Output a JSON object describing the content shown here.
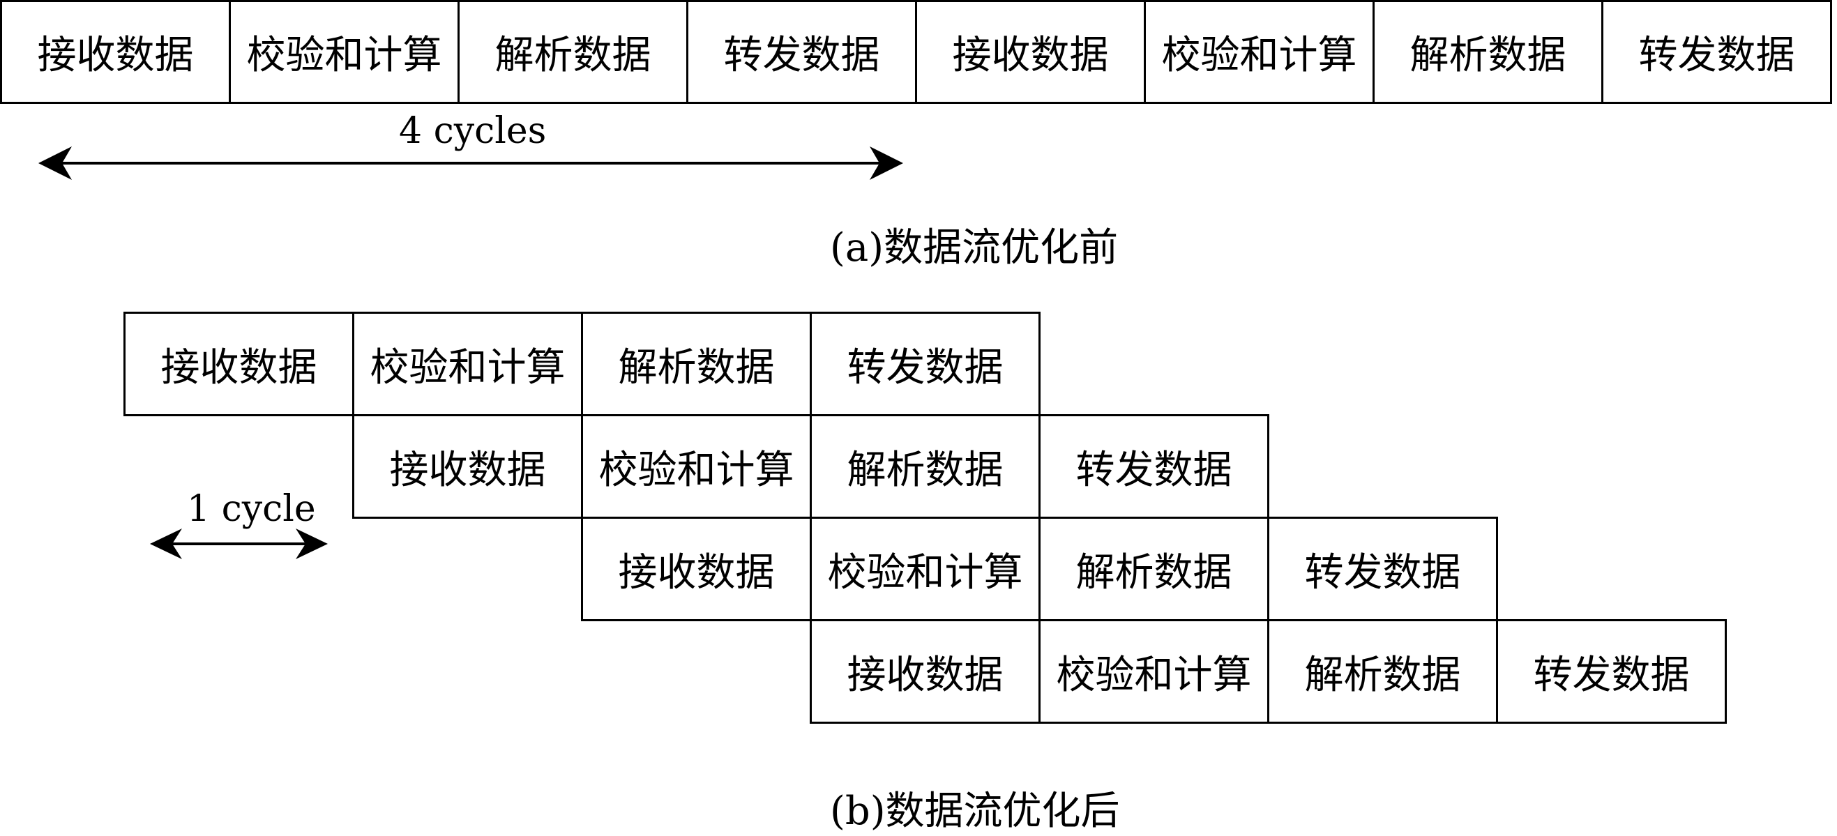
{
  "stages": [
    "接收数据",
    "校验和计算",
    "解析数据",
    "转发数据"
  ],
  "diagram_a": {
    "caption": "(a)数据流优化前",
    "cycle_label": "4 cycles",
    "cells": [
      "接收数据",
      "校验和计算",
      "解析数据",
      "转发数据",
      "接收数据",
      "校验和计算",
      "解析数据",
      "转发数据"
    ]
  },
  "diagram_b": {
    "caption": "(b)数据流优化后",
    "cycle_label": "1 cycle",
    "rows": [
      [
        "接收数据",
        "校验和计算",
        "解析数据",
        "转发数据"
      ],
      [
        "接收数据",
        "校验和计算",
        "解析数据",
        "转发数据"
      ],
      [
        "接收数据",
        "校验和计算",
        "解析数据",
        "转发数据"
      ],
      [
        "接收数据",
        "校验和计算",
        "解析数据",
        "转发数据"
      ]
    ]
  },
  "colors": {
    "line": "#000000",
    "background": "#ffffff"
  }
}
